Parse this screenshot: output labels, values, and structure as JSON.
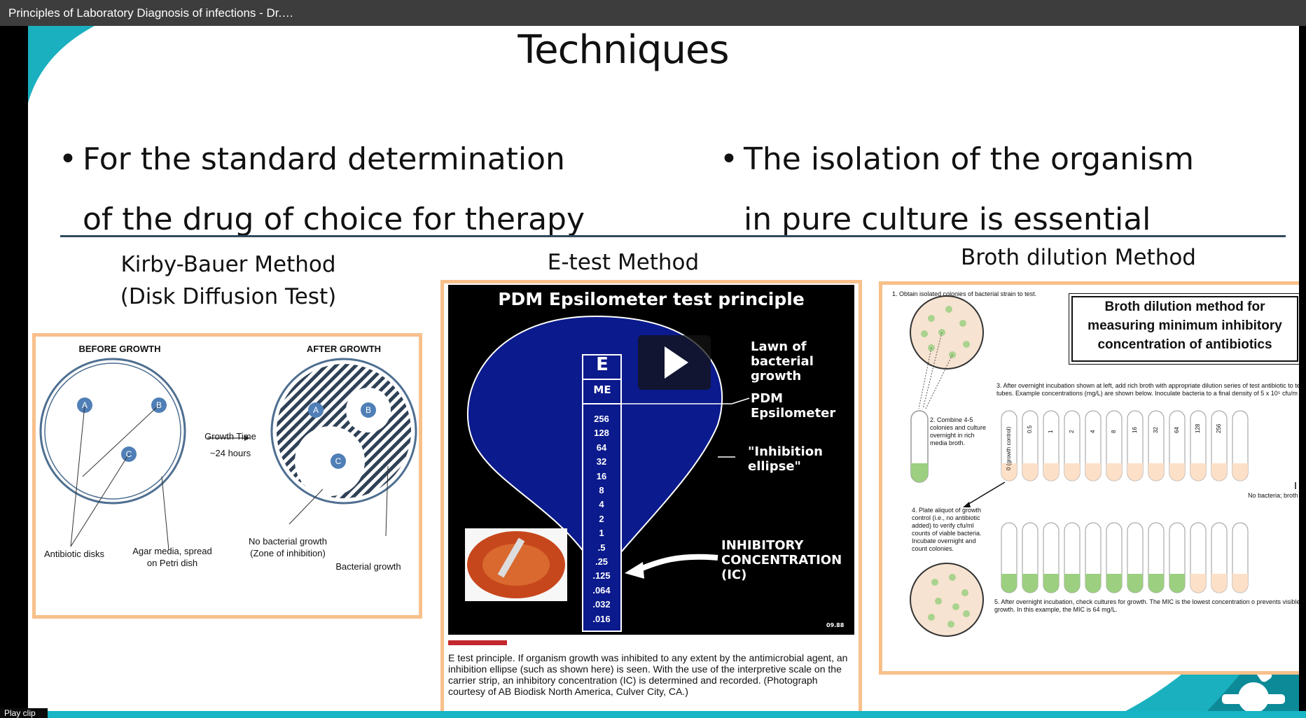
{
  "window": {
    "title": "Principles of Laboratory Diagnosis of infections - Dr.…",
    "play_clip": "Play clip"
  },
  "slide": {
    "title": "Techniques",
    "bullets": [
      {
        "line1": "For the standard determination",
        "line2": "of the drug of choice for therapy"
      },
      {
        "line1": "The isolation of the organism",
        "line2": "in pure culture is essential"
      }
    ],
    "sections": {
      "kirby_line1": "Kirby-Bauer Method",
      "kirby_line2": "(Disk Diffusion Test)",
      "etest": "E-test Method",
      "broth": "Broth dilution Method"
    }
  },
  "kirby": {
    "before": "BEFORE GROWTH",
    "after": "AFTER GROWTH",
    "growth_time": "Growth Time",
    "hours": "~24 hours",
    "disk_a": "A",
    "disk_b": "B",
    "disk_c": "C",
    "antibiotic_disks": "Antibiotic disks",
    "agar_line1": "Agar media, spread",
    "agar_line2": "on Petri dish",
    "no_growth_line1": "No bacterial growth",
    "no_growth_line2": "(Zone of inhibition)",
    "bacterial_growth": "Bacterial growth"
  },
  "etest": {
    "title": "PDM Epsilometer test principle",
    "strip_logo": "E",
    "strip_brand": "ME",
    "scale": [
      "256",
      "128",
      "64",
      "32",
      "16",
      "8",
      "4",
      "2",
      "1",
      ".5",
      ".25",
      ".125",
      ".064",
      ".032",
      ".016"
    ],
    "lawn": "Lawn of bacterial growth",
    "pdm": "PDM Epsilometer",
    "ellipse": "\"Inhibition ellipse\"",
    "ic": "INHIBITORY CONCENTRATION (IC)",
    "corner": "09.88",
    "caption": "E test principle. If organism growth was inhibited to any extent by the antimicrobial agent, an inhibition ellipse (such as shown here) is seen. With the use of the interpretive scale on the carrier strip, an inhibitory concentration (IC) is determined and recorded. (Photograph courtesy of AB Biodisk North America, Culver City, CA.)"
  },
  "broth": {
    "step1": "1. Obtain isolated colonies of bacterial strain to test.",
    "box": "Broth dilution method for measuring minimum inhibitory concentration of antibiotics",
    "step3": "3. After overnight incubation shown at left, add rich broth with appropriate dilution series of test antibiotic to te tubes.  Example concentrations (mg/L) are shown below.  Inoculate bacteria to a final density of 5 x 10⁵ cfu/m",
    "step2": "2. Combine 4-5 colonies and culture overnight in rich media broth.",
    "concentrations": [
      "0 (growth control)",
      "0.5",
      "1",
      "2",
      "4",
      "8",
      "16",
      "32",
      "64",
      "128",
      "256"
    ],
    "no_bacteria": "No bacteria; broth c",
    "step4": "4. Plate aliquot of growth control (i.e., no antibiotic added) to verify cfu/ml counts of viable bacteria. Incubate overnight and count colonies.",
    "step5": "5. After overnight incubation, check cultures for growth.  The MIC is the lowest concentration o prevents visible growth. In this example, the MIC is 64 mg/L."
  },
  "colors": {
    "teal": "#1ab0bf",
    "panel_border": "#f8c08a",
    "etest_blue": "#0b1a8c",
    "tube_green": "#9ccf7f",
    "tube_peach": "#fde0c8"
  }
}
